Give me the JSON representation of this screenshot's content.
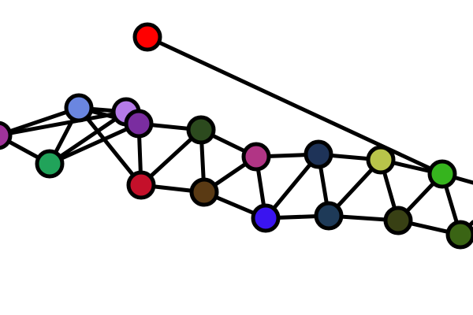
{
  "graph": {
    "nodes": [
      {
        "id": "n-left-magenta",
        "color": "#a0339a"
      },
      {
        "id": "n-green",
        "color": "#21a35a"
      },
      {
        "id": "n-blue",
        "color": "#6a86e0"
      },
      {
        "id": "n-lavender",
        "color": "#b57be8"
      },
      {
        "id": "n-purple",
        "color": "#7a2da0"
      },
      {
        "id": "n-red-top",
        "color": "#ff0000"
      },
      {
        "id": "n-crimson",
        "color": "#c4102a"
      },
      {
        "id": "n-darkgreen",
        "color": "#2c4a1e"
      },
      {
        "id": "n-brown",
        "color": "#5a3a14"
      },
      {
        "id": "n-pink",
        "color": "#b13585"
      },
      {
        "id": "n-navy",
        "color": "#1e3358"
      },
      {
        "id": "n-royal",
        "color": "#3a14f0"
      },
      {
        "id": "n-slate",
        "color": "#1e3a58"
      },
      {
        "id": "n-khaki",
        "color": "#b8c44a"
      },
      {
        "id": "n-olive",
        "color": "#384014"
      },
      {
        "id": "n-lime",
        "color": "#36b41e"
      },
      {
        "id": "n-moss",
        "color": "#3a6414"
      }
    ],
    "edges": [
      [
        "n-left-magenta",
        "n-green"
      ],
      [
        "n-left-magenta",
        "n-blue"
      ],
      [
        "n-left-magenta",
        "n-lavender"
      ],
      [
        "n-green",
        "n-blue"
      ],
      [
        "n-green",
        "n-lavender"
      ],
      [
        "n-green",
        "n-purple"
      ],
      [
        "n-blue",
        "n-lavender"
      ],
      [
        "n-blue",
        "n-purple"
      ],
      [
        "n-blue",
        "n-crimson"
      ],
      [
        "n-lavender",
        "n-purple"
      ],
      [
        "n-purple",
        "n-darkgreen"
      ],
      [
        "n-purple",
        "n-crimson"
      ],
      [
        "n-crimson",
        "n-darkgreen"
      ],
      [
        "n-crimson",
        "n-brown"
      ],
      [
        "n-darkgreen",
        "n-brown"
      ],
      [
        "n-darkgreen",
        "n-pink"
      ],
      [
        "n-brown",
        "n-pink"
      ],
      [
        "n-brown",
        "n-royal"
      ],
      [
        "n-pink",
        "n-royal"
      ],
      [
        "n-pink",
        "n-navy"
      ],
      [
        "n-royal",
        "n-navy"
      ],
      [
        "n-royal",
        "n-slate"
      ],
      [
        "n-navy",
        "n-slate"
      ],
      [
        "n-navy",
        "n-khaki"
      ],
      [
        "n-slate",
        "n-khaki"
      ],
      [
        "n-slate",
        "n-olive"
      ],
      [
        "n-khaki",
        "n-olive"
      ],
      [
        "n-khaki",
        "n-lime"
      ],
      [
        "n-olive",
        "n-lime"
      ],
      [
        "n-olive",
        "n-moss"
      ],
      [
        "n-lime",
        "n-moss"
      ],
      [
        "n-red-top",
        "n-lime"
      ]
    ]
  }
}
